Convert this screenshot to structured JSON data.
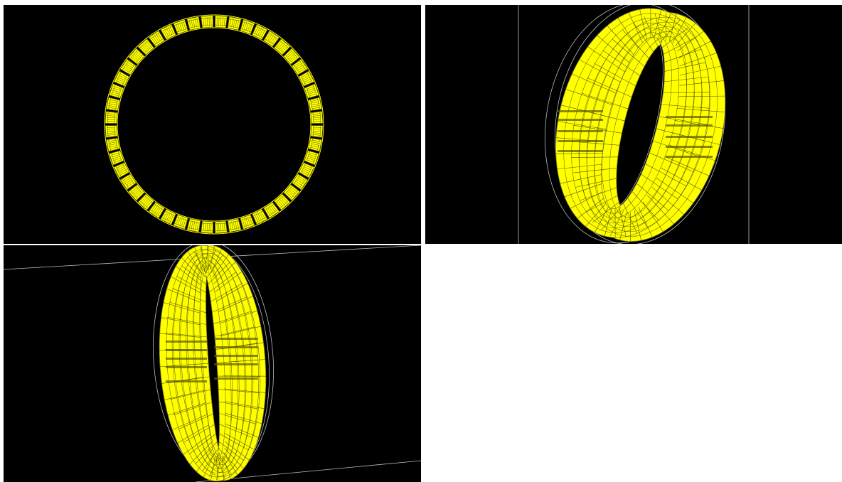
{
  "app": {
    "window_title": ""
  },
  "colors": {
    "background": "#000000",
    "mesh": "#ffff00",
    "mesh_dark": "#5a5a00",
    "mesh_edge": "#8a8a2a",
    "outline": "#bdbdbd",
    "separator": "#ffffff",
    "empty_pane": "#ffffff"
  },
  "viewports": [
    {
      "id": "top-left",
      "view": "front",
      "shape": "ring-of-segments",
      "segment_count": 48
    },
    {
      "id": "top-right",
      "view": "perspective",
      "shape": "ring-wireframe"
    },
    {
      "id": "bottom-left",
      "view": "side",
      "shape": "ring-wireframe"
    },
    {
      "id": "bottom-right",
      "view": "empty",
      "shape": "none"
    }
  ]
}
